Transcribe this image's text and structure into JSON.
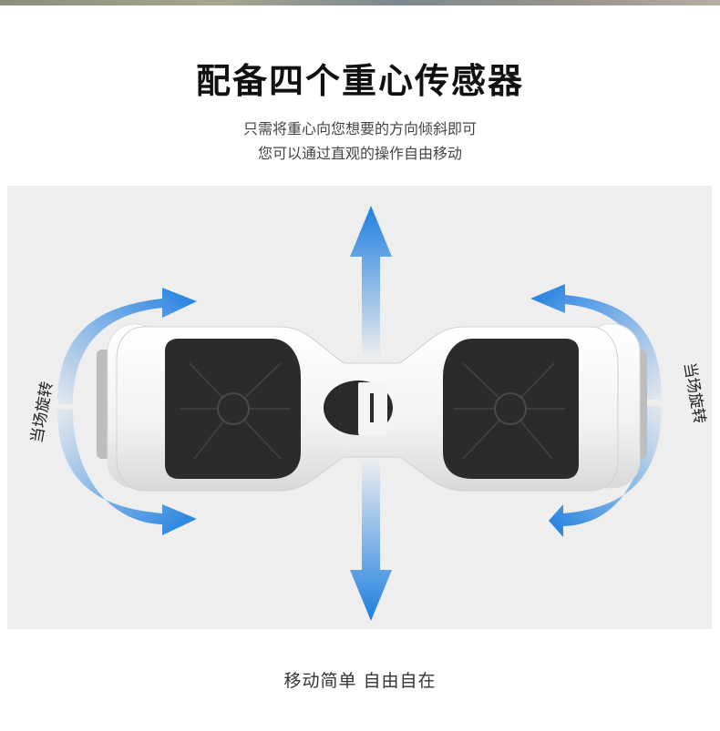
{
  "header": {
    "title": "配备四个重心传感器",
    "subtitle_line1": "只需将重心向您想要的方向倾斜即可",
    "subtitle_line2": "您可以通过直观的操作自由移动"
  },
  "illustration": {
    "left_label": "当场旋转",
    "right_label": "当场旋转",
    "arrow_color": "#1e7fe0",
    "board_color": "#f6f6f6",
    "pad_color": "#2b2b2b"
  },
  "footer": {
    "caption": "移动简单 自由自在"
  }
}
